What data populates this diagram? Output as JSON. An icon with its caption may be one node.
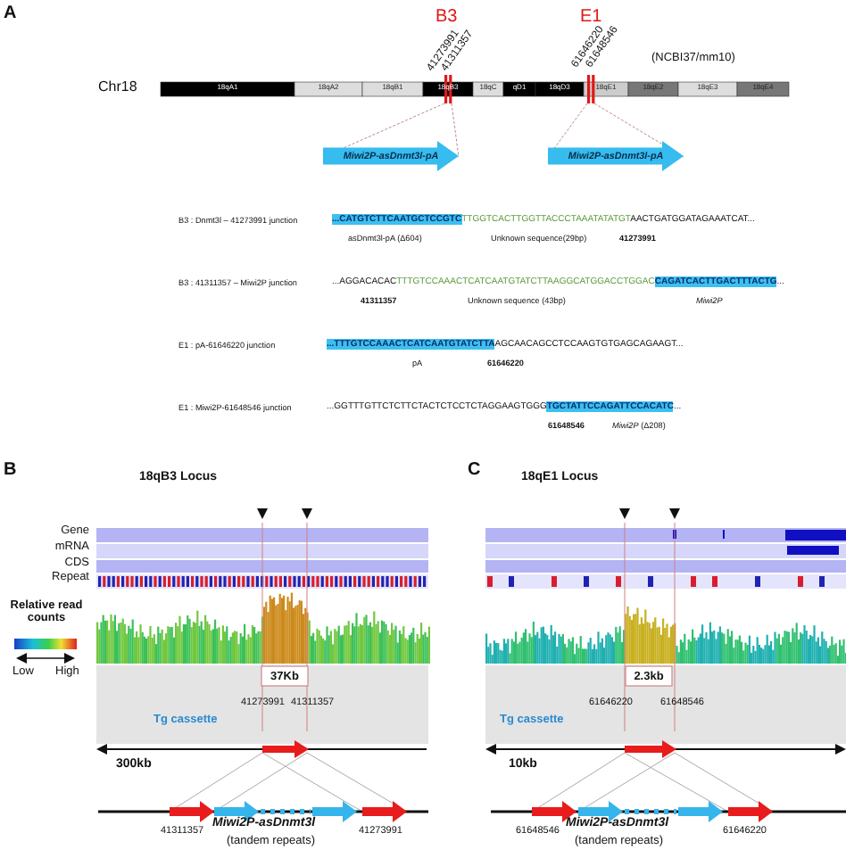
{
  "diagram": {
    "nodes": [
      {
        "text": [
          "Miwi2P-asDnmt3l-pA"
        ]
      },
      {
        "text": [
          "Miwi2P-asDnmt3l-pA"
        ]
      },
      {
        "text": [
          "37Kb"
        ]
      },
      {
        "text": [
          "2.3kb"
        ]
      }
    ],
    "labels": [
      "A",
      "B3",
      "E1",
      "41273991",
      "41311357",
      "61646220",
      "61648546",
      "(NCBI37/mm10)",
      "Chr18",
      "18qA1",
      "18qA2",
      "18qB1",
      "18qB3",
      "18qC",
      "qD1",
      "18qD3",
      "18qE1",
      "18qE2",
      "18qE3",
      "18qE4",
      "B3 : Dnmt3l – 41273991 junction",
      "...CATGTCTTCAATGCTCCGTC",
      "TTGGTCACTTGGTTACCCTAAATATATGT",
      "AACTGATGGATAGAAATCAT...",
      "asDnmt3l-pA (Δ604)",
      "Unknown sequence(29bp)",
      "41273991",
      "B3 : 41311357 – Miwi2P junction",
      "...AGGACACAC",
      "TTTGTCCAAACTCATCAATGTATCTTAAGGCATGGACCTGGAC",
      "CAGATCACTTGACTTTACTG",
      "...",
      "41311357",
      "Unknown sequence (43bp)",
      "Miwi2P",
      "E1 : pA-61646220 junction",
      "...TTTGTCCAAACTCATCAATGTATCTTA",
      "AGCAACAGCCTCCAAGTGTGAGCAGAAGT...",
      "pA",
      "61646220",
      "E1 : Miwi2P-61648546 junction",
      "...GGTTTGTTCTCTTCTACTCTCCTCTAGGAAGTGGG",
      "TGCTATTCCAGATTCCACATC",
      "...",
      "61648546",
      "*Miwi2P* (Δ208)",
      "B",
      "18qB3 Locus",
      "Gene",
      "mRNA",
      "CDS",
      "Repeat",
      "Relative read counts",
      "Low",
      "High",
      "41273991",
      "41311357",
      "Tg cassette",
      "300kb",
      "41311357",
      "Miwi2P-asDnmt3l",
      "(tandem repeats)",
      "41273991",
      "C",
      "18qE1 Locus",
      "61646220",
      "61648546",
      "Tg cassette",
      "10kb",
      "61648546",
      "Miwi2P-asDnmt3l",
      "(tandem repeats)",
      "61646220"
    ]
  }
}
